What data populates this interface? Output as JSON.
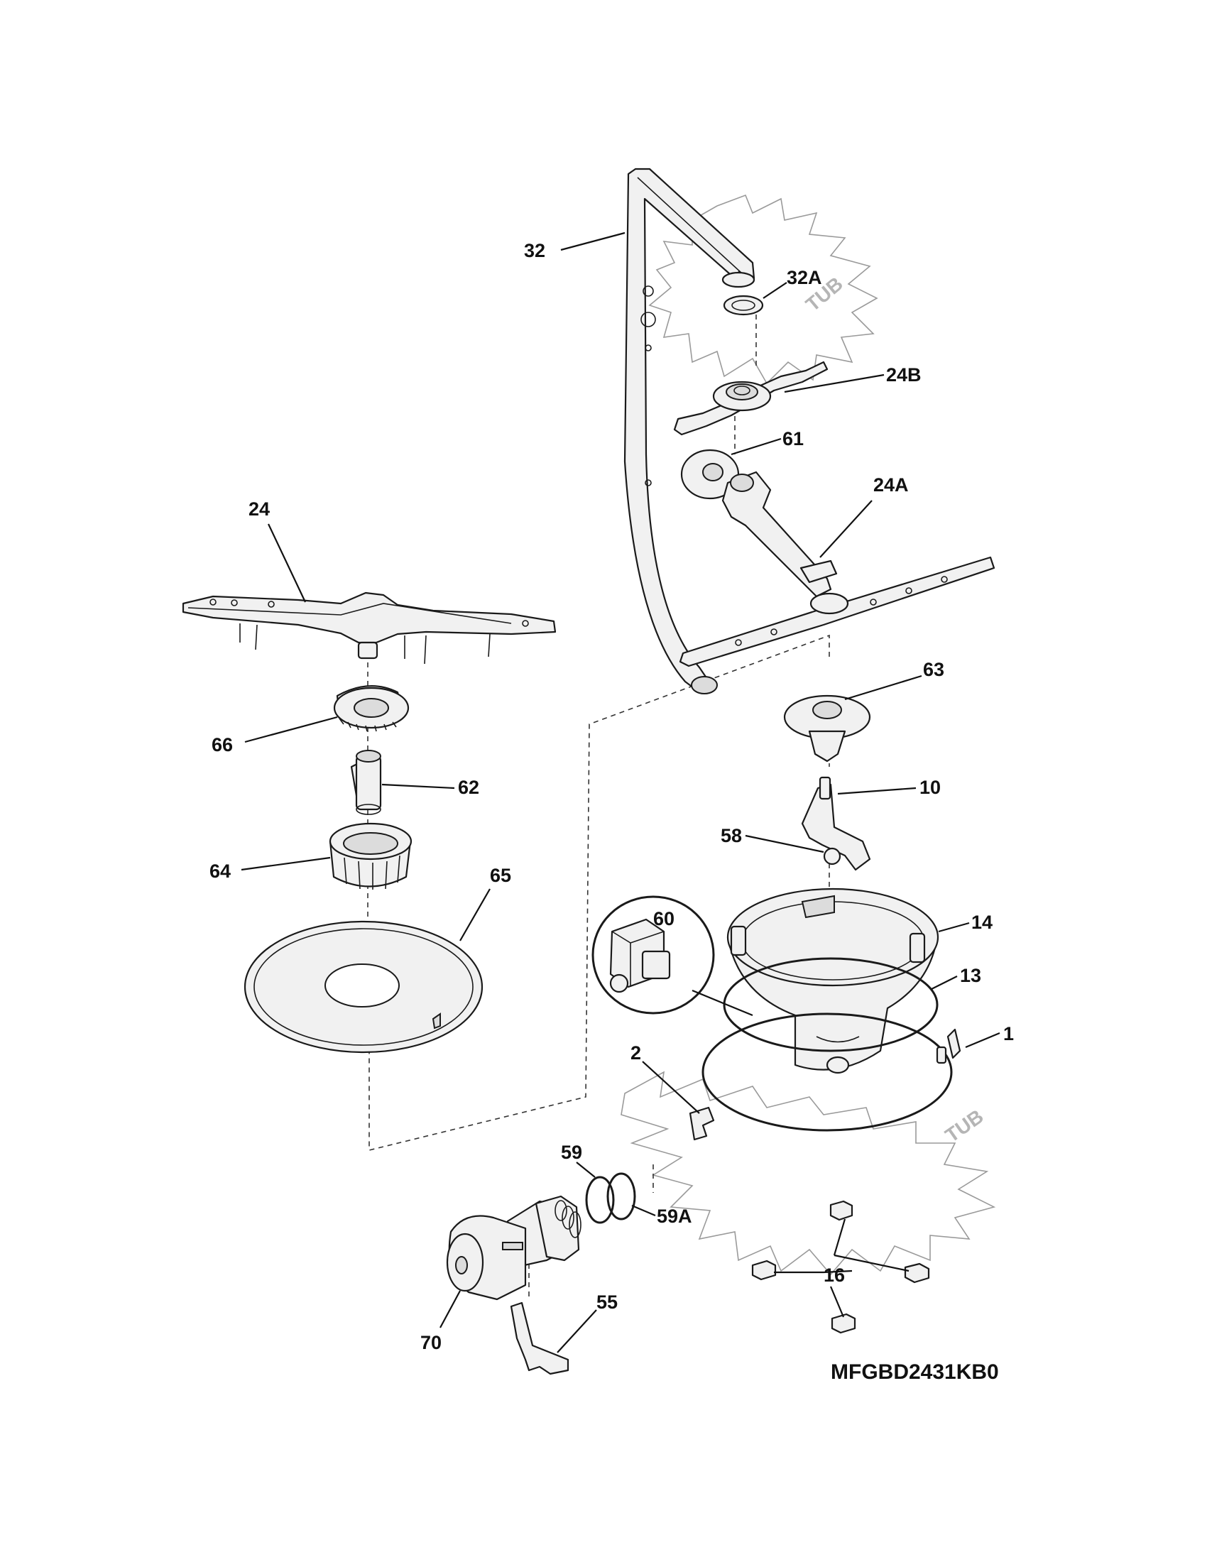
{
  "model_number": "MFGBD2431KB0",
  "tub_text": "TUB",
  "callouts": [
    {
      "id": "c32",
      "text": "32"
    },
    {
      "id": "c32a",
      "text": "32A"
    },
    {
      "id": "c24b",
      "text": "24B"
    },
    {
      "id": "c61",
      "text": "61"
    },
    {
      "id": "c24a",
      "text": "24A"
    },
    {
      "id": "c24",
      "text": "24"
    },
    {
      "id": "c63",
      "text": "63"
    },
    {
      "id": "c66",
      "text": "66"
    },
    {
      "id": "c62",
      "text": "62"
    },
    {
      "id": "c10",
      "text": "10"
    },
    {
      "id": "c58",
      "text": "58"
    },
    {
      "id": "c64",
      "text": "64"
    },
    {
      "id": "c65",
      "text": "65"
    },
    {
      "id": "c60",
      "text": "60"
    },
    {
      "id": "c14",
      "text": "14"
    },
    {
      "id": "c13",
      "text": "13"
    },
    {
      "id": "c1",
      "text": "1"
    },
    {
      "id": "c2",
      "text": "2"
    },
    {
      "id": "c59",
      "text": "59"
    },
    {
      "id": "c59a",
      "text": "59A"
    },
    {
      "id": "c16",
      "text": "16"
    },
    {
      "id": "c55",
      "text": "55"
    },
    {
      "id": "c70",
      "text": "70"
    }
  ]
}
